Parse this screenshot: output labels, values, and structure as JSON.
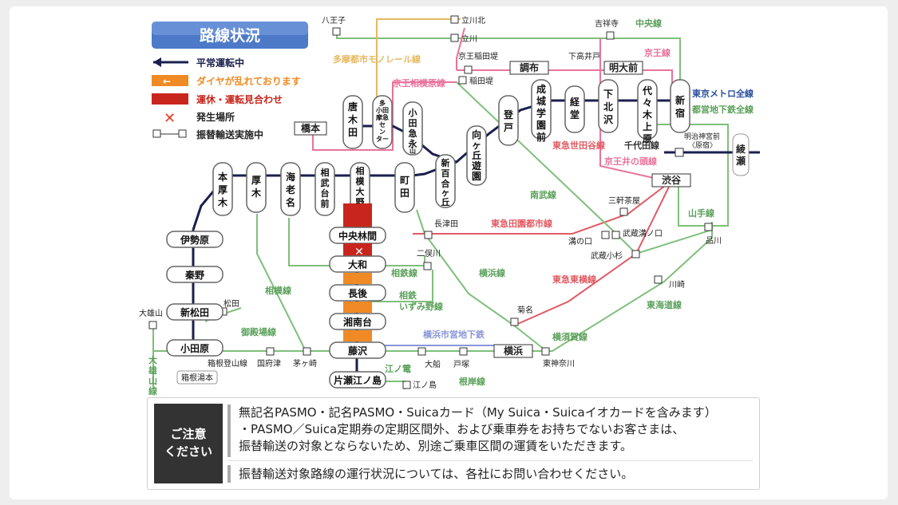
{
  "title": "路線状況",
  "legend": {
    "normal": "平常運転中",
    "delay": "ダイヤが乱れております",
    "suspended": "運休・運転見合わせ",
    "incident": "発生場所",
    "transfer": "振替輸送実施中"
  },
  "colors": {
    "odakyu_line": "#1a1f4e",
    "delay_orange": "#f08a24",
    "suspended_red": "#c8261c",
    "incident_red": "#e53b2c",
    "title_blue": "#4c79c8",
    "jr_green": "#7fbf7b",
    "keio_pink": "#e8739c",
    "tokyu_red": "#e05b63",
    "subway_blue": "#8a95d8",
    "tama_monorail": "#e6b95f"
  },
  "stations": {
    "shinjuku": "新宿",
    "yoyogiuehara": "代々木上原",
    "shimokitazawa": "下北沢",
    "kyodo": "経堂",
    "seijogakuen": "成城学園前",
    "noborito": "登戸",
    "mukogaokayuen": "向ヶ丘遊園",
    "shinyurigaoka": "新百合ヶ丘",
    "odakyunagayama": "小田急永山",
    "odakyutamacenter": "小田急多摩センター",
    "karakida": "唐木田",
    "machida": "町田",
    "sagamiono": "相模大野",
    "sagamidaimae": "相武台前",
    "ebina": "海老名",
    "atsugi": "厚木",
    "honatsugi": "本厚木",
    "iseharra": "伊勢原",
    "hadano": "秦野",
    "shinmatsuda": "新松田",
    "odawara": "小田原",
    "chuorinkan": "中央林間",
    "yamato": "大和",
    "chogo": "長後",
    "shonandai": "湘南台",
    "fujisawa": "藤沢",
    "katase": "片瀬江ノ島"
  },
  "transfer_labels": {
    "hachioji": "八王子",
    "tachikawakita": "立川北",
    "tachikawa": "立川",
    "kichijoji": "吉祥寺",
    "keiotamagawa": "京王稲田堤",
    "inadazutsumi": "稲田堤",
    "chofu": "調布",
    "shimotakaido": "下高井戸",
    "meidaimae": "明大前",
    "hashimoto": "橋本",
    "meijijingumae": "明治神宮前〈原宿〉",
    "ayase": "綾瀬",
    "shibuya": "渋谷",
    "sangenjaya": "三軒茶屋",
    "nagatsuta": "長津田",
    "futamatagawa": "二俣川",
    "mizonokuchi": "溝の口",
    "musashimizonokuchi": "武蔵溝ノ口",
    "musashikosugi": "武蔵小杉",
    "shinagawa": "品川",
    "kawasaki": "川崎",
    "kikuna": "菊名",
    "yokohama": "横浜",
    "higashikanagawa": "東神奈川",
    "ofuna": "大船",
    "totsuka": "戸塚",
    "enoshima": "江ノ島",
    "daiyuzan": "大雄山",
    "matsuda": "松田",
    "kozu": "国府津",
    "chigasaki": "茅ヶ崎",
    "hakoneitayama": "箱根登山線",
    "hakoneyumoto": "箱根湯本"
  },
  "line_labels": {
    "chuo": "中央線",
    "tama_monorail": "多摩都市モノレール線",
    "keio": "京王線",
    "keio_sagamihara": "京王相模原線",
    "tokyo_metro": "東京メトロ全線",
    "toei": "都営地下鉄全線",
    "tokyu_setagaya": "東急世田谷線",
    "chiyoda": "千代田線",
    "keio_inokashira": "京王井の頭線",
    "nambu": "南武線",
    "yamanote": "山手線",
    "tokyu_denentoshi": "東急田園都市線",
    "yokohama_line": "横浜線",
    "sagami": "相模線",
    "sotetsu": "相鉄線",
    "sotetsu_izumino": "相鉄\nいずみ野線",
    "tokyu_toyoko": "東急東横線",
    "tokaido": "東海道線",
    "yokosuka": "横須賀線",
    "yokohama_subway": "横浜市営地下鉄",
    "enoden": "江ノ電",
    "negishi": "根岸線",
    "gotemba": "御殿場線",
    "daiyuzan_line": "大雄山線"
  },
  "notice": {
    "badge": "ご注意\nください",
    "line1": "無記名PASMO・記名PASMO・Suicaカード（My Suica・Suicaイオカードを含みます）",
    "line2": "・PASMO／Suica定期券の定期区間外、および乗車券をお持ちでないお客さまは、",
    "line3": "振替輸送の対象とならないため、別途ご乗車区間の運賃をいただきます。",
    "line4": "振替輸送対象路線の運行状況については、各社にお問い合わせください。"
  }
}
